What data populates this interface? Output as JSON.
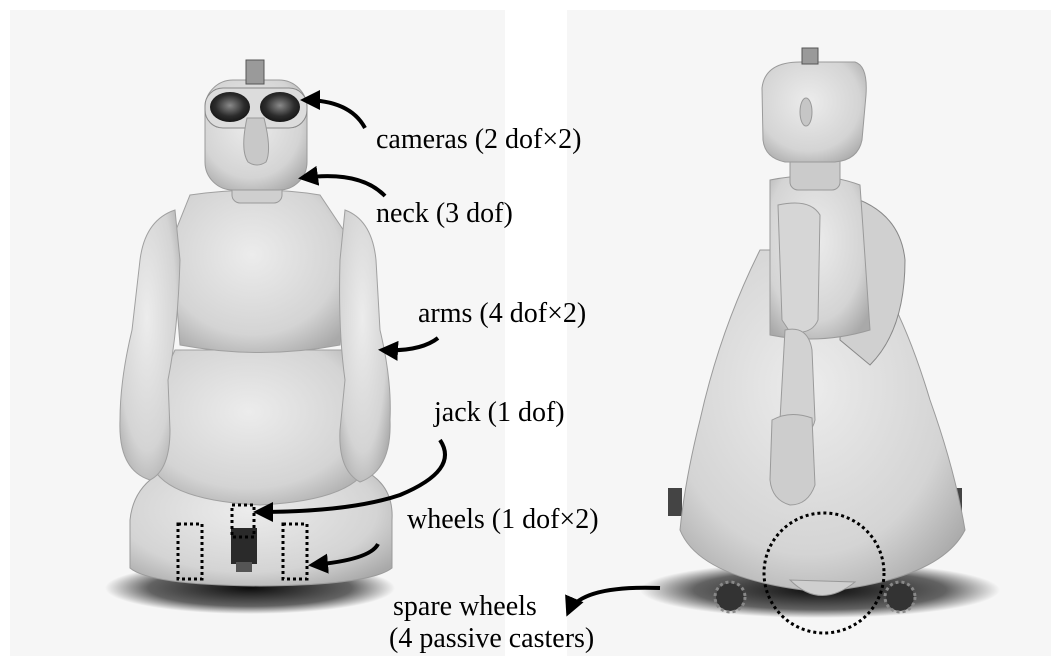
{
  "labels": {
    "cameras": "cameras (2 dof×2)",
    "neck": "neck (3 dof)",
    "arms": "arms (4 dof×2)",
    "jack": "jack (1 dof)",
    "wheels": "wheels (1 dof×2)",
    "spare_line1": "spare wheels",
    "spare_line2": "(4 passive casters)"
  },
  "colors": {
    "body": "#d9d9d9",
    "body_shade": "#b8b8b8",
    "dark": "#2a2a2a",
    "shadow": "#111111",
    "annotation": "#000000"
  }
}
